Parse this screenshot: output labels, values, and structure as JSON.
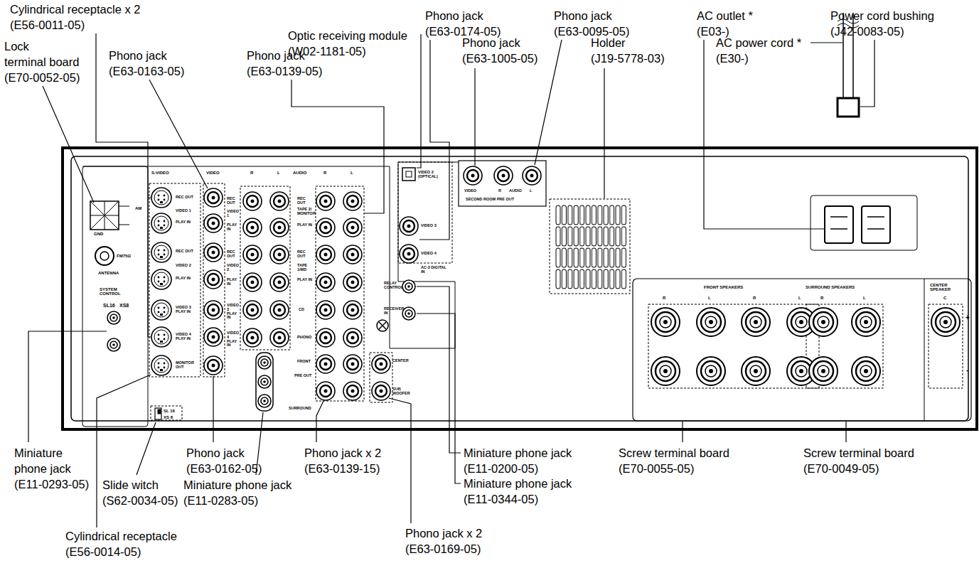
{
  "diagram": {
    "labels": [
      "Cylindrical receptacle x 2",
      "(E56-0011-05)",
      "Lock",
      "terminal board",
      "(E70-0052-05)",
      "Phono jack",
      "(E63-0163-05)",
      "Phono jack",
      "(E63-0139-05)",
      "Optic receiving module",
      "(W02-1181-05)",
      "Phono jack",
      "(E63-0174-05)",
      "Phono jack",
      "(E63-0095-05)",
      "Phono jack",
      "(E63-1005-05)",
      "Holder",
      "(J19-5778-03)",
      "AC outlet *",
      "(E03-)",
      "Power cord bushing",
      "(J42-0083-05)",
      "AC power cord *",
      "(E30-)",
      "Miniature",
      "phone jack",
      "(E11-0293-05)",
      "Phono jack",
      "(E63-0162-05)",
      "Slide witch",
      "(S62-0034-05)",
      "Miniature phone jack",
      "(E11-0283-05)",
      "Cylindrical receptacle",
      "(E56-0014-05)",
      "Phono jack x 2",
      "(E63-0139-15)",
      "Phono jack x 2",
      "(E63-0169-05)",
      "Miniature phone jack",
      "(E11-0200-05)",
      "Miniature phone jack",
      "(E11-0344-05)",
      "Screw terminal board",
      "(E70-0055-05)",
      "Screw terminal board",
      "(E70-0049-05)",
      "S-VIDEO",
      "VIDEO",
      "R",
      "L",
      "AUDIO",
      "R",
      "L",
      "REC OUT",
      "VIDEO 1",
      "PLAY IN",
      "REC OUT",
      "VIDEO 2",
      "PLAY IN",
      "VIDEO 3 PLAY IN",
      "VIDEO 4 PLAY IN",
      "MONITOR OUT",
      "REC OUT",
      "VIDEO 1",
      "PLAY IN",
      "REC OUT",
      "VIDEO 2",
      "PLAY IN",
      "VIDEO 3 PLAY IN",
      "VIDEO 4 PLAY IN",
      "REC OUT",
      "TAPE 2/ MONITOR",
      "PLAY IN",
      "REC OUT",
      "TAPE 1/MD",
      "PLAY IN",
      "CD",
      "PHONO",
      "FRONT",
      "PRE OUT",
      "SURROUND",
      "CENTER",
      "SUB WOOFER",
      "VIDEO 2 (OPTICAL)",
      "VIDEO 3",
      "VIDEO 4",
      "AC-3 DIGITAL IN",
      "RELAY CONTROL",
      "RECEIVER IN",
      "VIDEO",
      "R",
      "AUDIO",
      "L",
      "SECOND ROOM PRE OUT",
      "FRONT SPEAKERS",
      "SURROUND SPEAKERS",
      "CENTER SPEAKER",
      "R",
      "L",
      "R",
      "L",
      "R",
      "L",
      "C",
      "+",
      "-",
      "AM",
      "GND",
      "FM75Ω",
      "ANTENNA",
      "SYSTEM CONTROL",
      "SL16",
      "XS8",
      "SL 16",
      "XS 8"
    ]
  }
}
